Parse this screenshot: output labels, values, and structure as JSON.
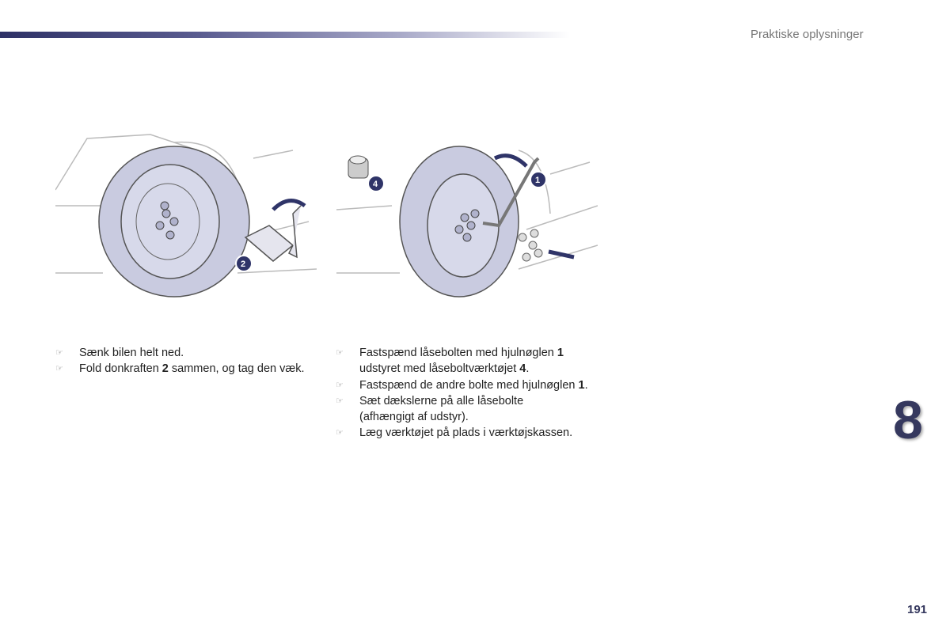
{
  "header": {
    "section_title": "Praktiske oplysninger"
  },
  "illustrations": [
    {
      "callouts": [
        "2"
      ]
    },
    {
      "callouts": [
        "4",
        "1"
      ]
    }
  ],
  "left_list": [
    {
      "parts": [
        "Sænk bilen helt ned."
      ]
    },
    {
      "parts": [
        "Fold donkraften ",
        "2",
        " sammen, og tag den væk."
      ]
    }
  ],
  "right_list": [
    {
      "parts": [
        "Fastspænd låsebolten med hjulnøglen ",
        "1",
        " udstyret med låseboltværktøjet ",
        "4",
        "."
      ]
    },
    {
      "parts": [
        "Fastspænd de andre bolte med hjulnøglen ",
        "1",
        "."
      ]
    },
    {
      "parts": [
        "Sæt dækslerne på alle låsebolte (afhængigt af udstyr)."
      ]
    },
    {
      "parts": [
        "Læg værktøjet på plads i værktøjskassen."
      ]
    }
  ],
  "chapter_number": "8",
  "page_number": "191",
  "colors": {
    "accent": "#2f3468",
    "tire": "#c9cbe0"
  }
}
